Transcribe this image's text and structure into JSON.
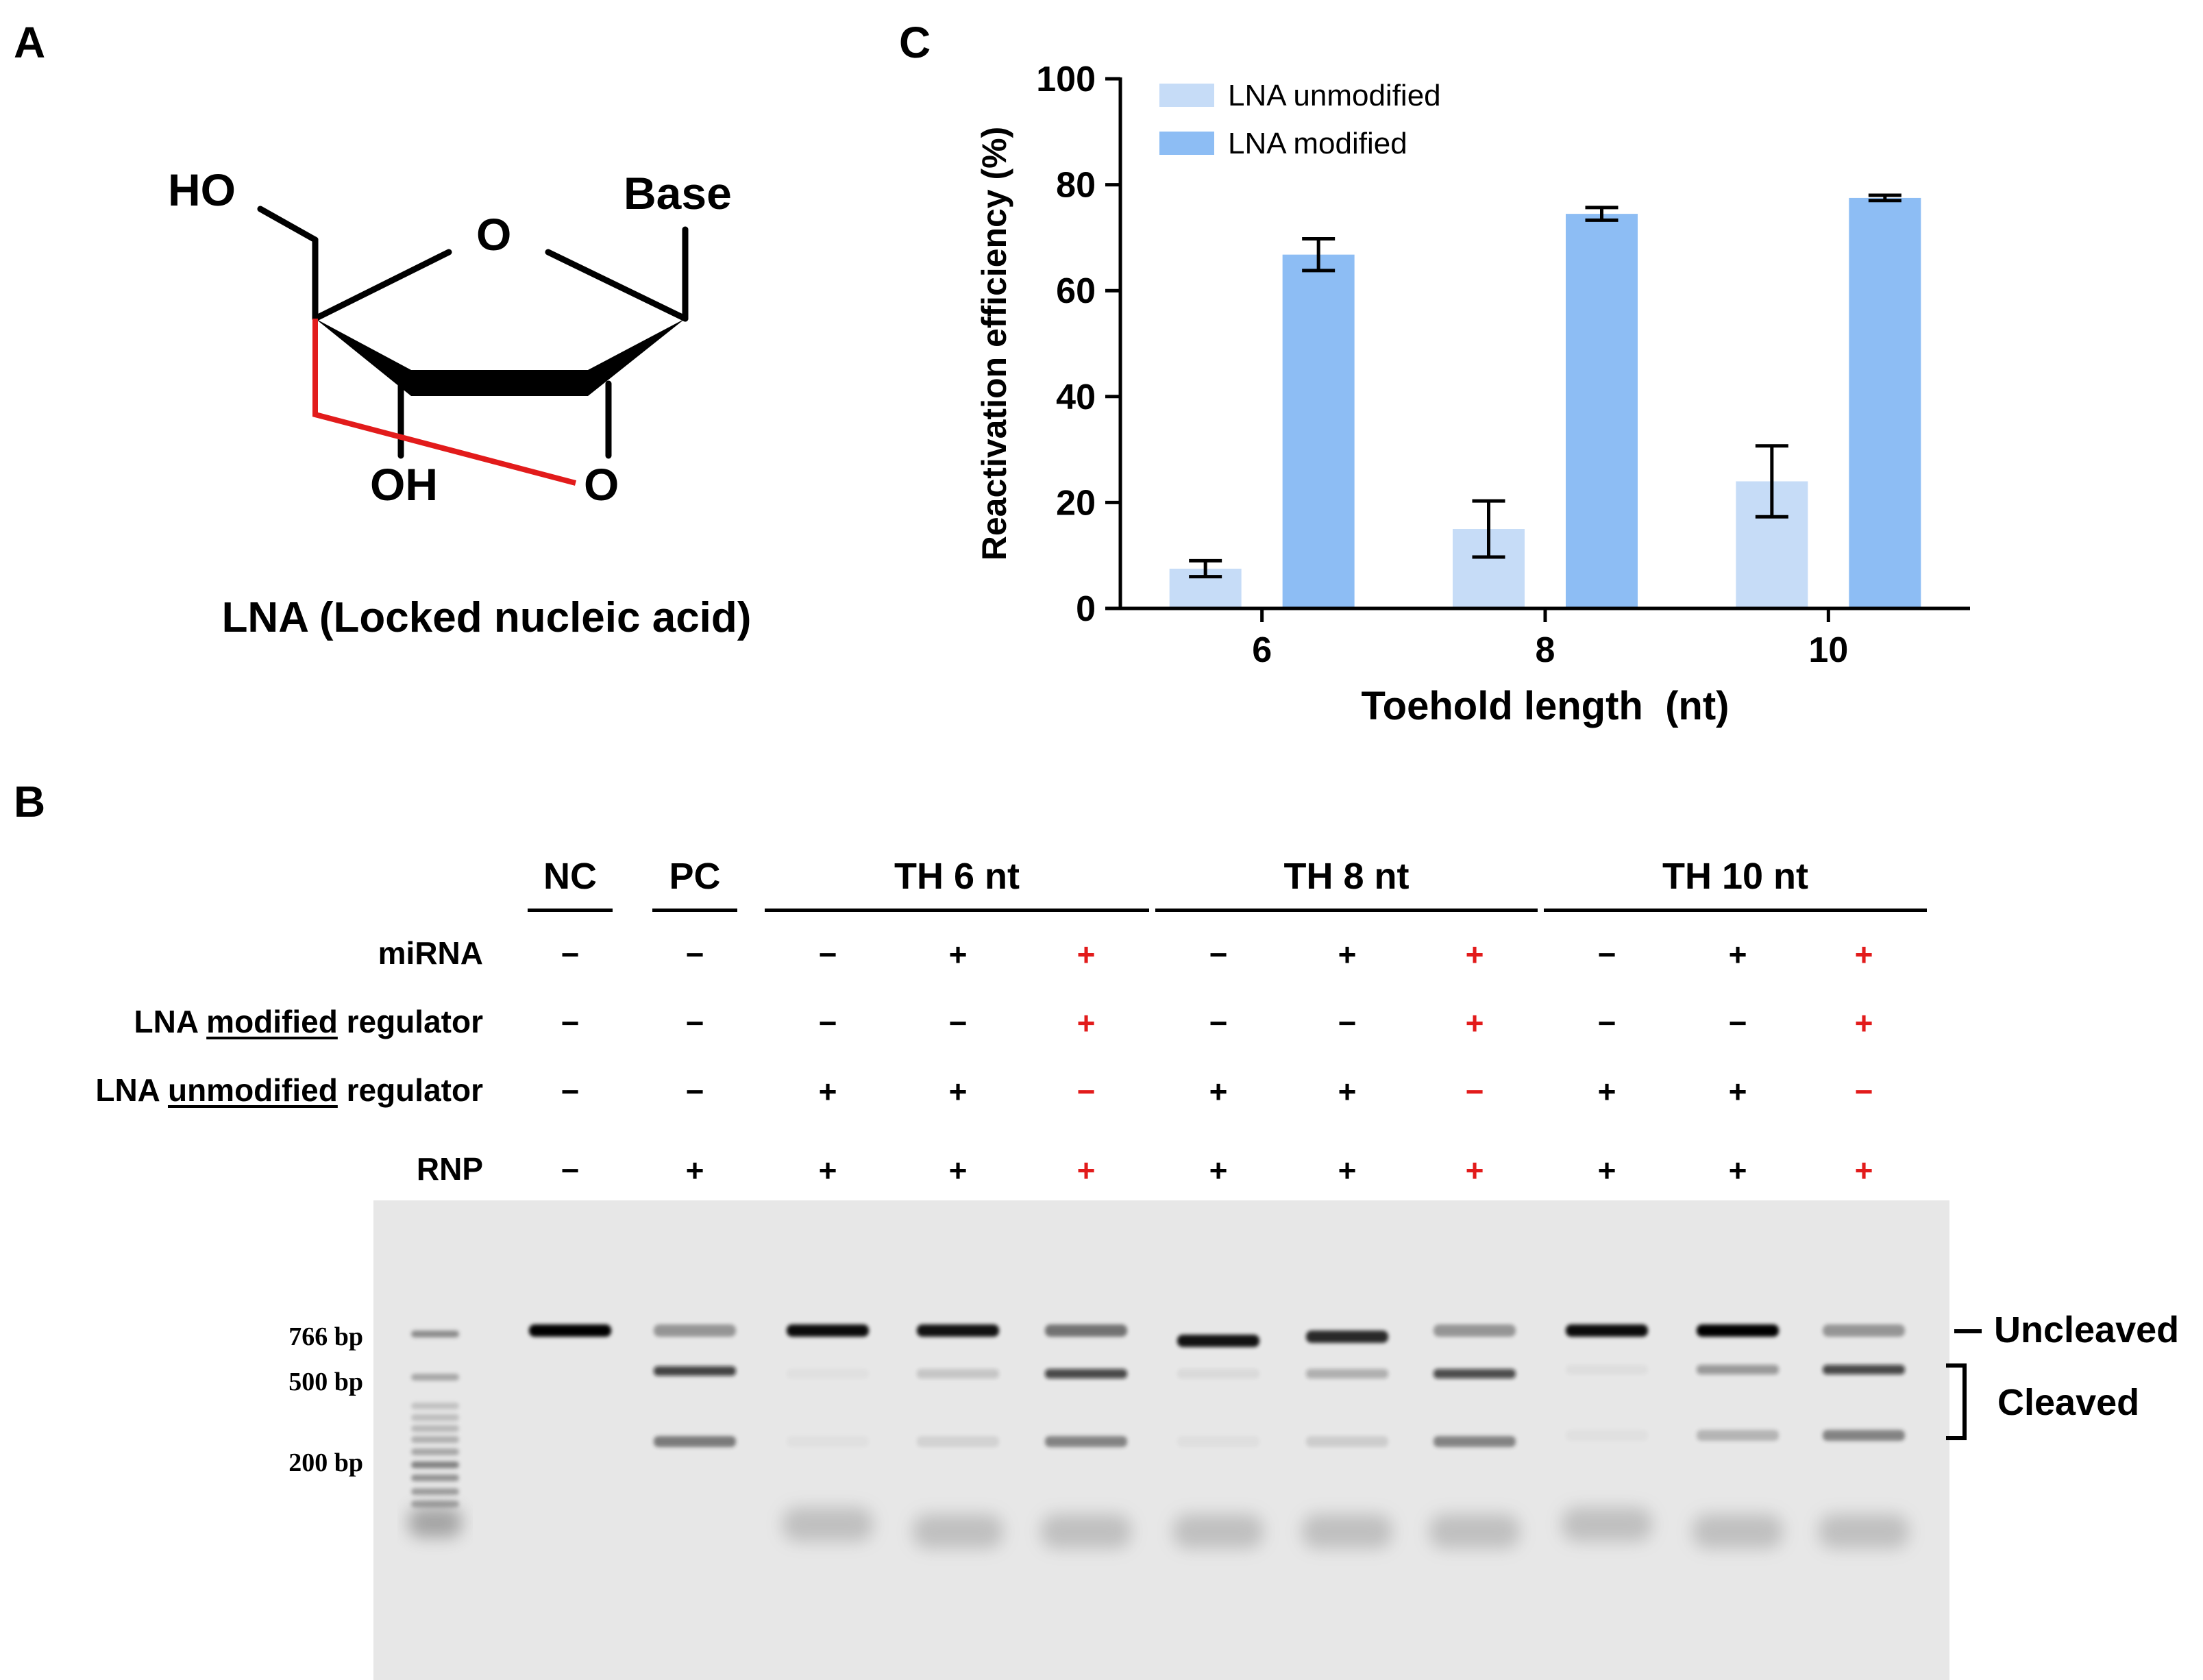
{
  "panels": {
    "a": "A",
    "b": "B",
    "c": "C"
  },
  "structure": {
    "labels": {
      "ho": "HO",
      "base": "Base",
      "ring_o": "O",
      "oh": "OH",
      "bridge_o": "O"
    },
    "caption": "LNA (Locked nucleic acid)",
    "colors": {
      "bond": "#000000",
      "bridge": "#e21b1b"
    }
  },
  "chart_data": {
    "type": "bar",
    "title": "",
    "xlabel": "Toehold length  (nt)",
    "ylabel": "Reactivation efficiency (%)",
    "categories": [
      "6",
      "8",
      "10"
    ],
    "ylim": [
      0,
      100
    ],
    "yticks": [
      "0",
      "20",
      "40",
      "60",
      "80",
      "100"
    ],
    "legend_position": "top-left",
    "series": [
      {
        "name": "LNA unmodified",
        "color": "#c6dcf7",
        "values": [
          7.5,
          15,
          24
        ],
        "errors": [
          1.5,
          5.3,
          6.7
        ]
      },
      {
        "name": "LNA modified",
        "color": "#8dbdf4",
        "values": [
          66.8,
          74.5,
          77.5
        ],
        "errors": [
          3,
          1.2,
          0.5
        ]
      }
    ]
  },
  "gel": {
    "groups": [
      {
        "label": "NC",
        "lanes": 1
      },
      {
        "label": "PC",
        "lanes": 1
      },
      {
        "label": "TH 6 nt",
        "lanes": 3
      },
      {
        "label": "TH 8 nt",
        "lanes": 3
      },
      {
        "label": "TH 10 nt",
        "lanes": 3
      }
    ],
    "row_labels": [
      {
        "pre": "miRNA",
        "u": "",
        "post": ""
      },
      {
        "pre": "LNA ",
        "u": "modified",
        "post": " regulator"
      },
      {
        "pre": "LNA ",
        "u": "unmodified",
        "post": " regulator"
      },
      {
        "pre": "RNP",
        "u": "",
        "post": ""
      }
    ],
    "rows": [
      [
        "−",
        "−",
        "−",
        "+",
        "+",
        "−",
        "+",
        "+",
        "−",
        "+",
        "+"
      ],
      [
        "−",
        "−",
        "−",
        "−",
        "+",
        "−",
        "−",
        "+",
        "−",
        "−",
        "+"
      ],
      [
        "−",
        "−",
        "+",
        "+",
        "−",
        "+",
        "+",
        "−",
        "+",
        "+",
        "−"
      ],
      [
        "−",
        "+",
        "+",
        "+",
        "+",
        "+",
        "+",
        "+",
        "+",
        "+",
        "+"
      ]
    ],
    "highlight_color": "#e21b1b",
    "ladder_labels": [
      "766 bp",
      "500 bp",
      "200 bp"
    ],
    "band_labels": {
      "uncleaved": "Uncleaved",
      "cleaved": "Cleaved"
    },
    "band_intensity": {
      "uncleaved": [
        1.0,
        0.35,
        0.95,
        0.92,
        0.5,
        0.92,
        0.82,
        0.35,
        0.95,
        1.0,
        0.35
      ],
      "cleaved_500": [
        0.0,
        0.75,
        0.03,
        0.15,
        0.72,
        0.06,
        0.25,
        0.7,
        0.04,
        0.35,
        0.72
      ],
      "cleaved_200": [
        0.0,
        0.55,
        0.03,
        0.1,
        0.5,
        0.04,
        0.13,
        0.5,
        0.03,
        0.25,
        0.5
      ]
    }
  }
}
